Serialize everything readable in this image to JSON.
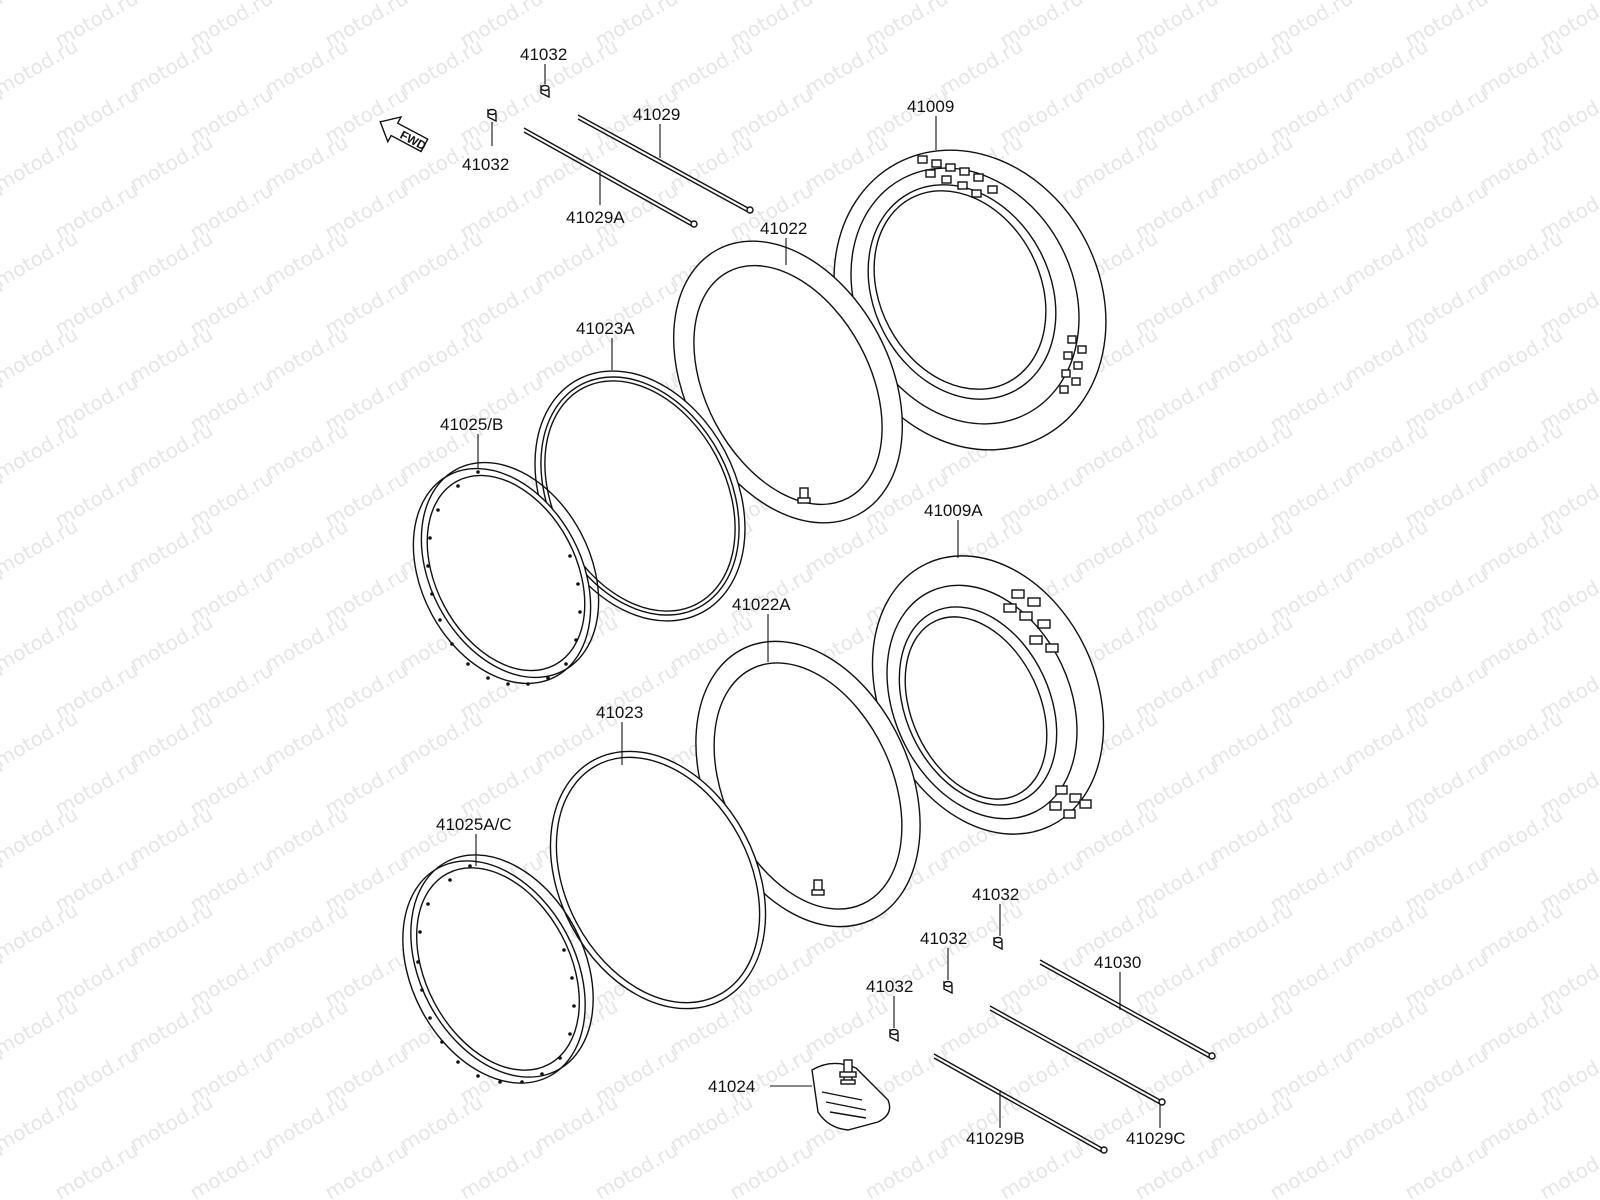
{
  "watermark": {
    "text": "motod.ru"
  },
  "fwd_arrow": {
    "label": "FWD"
  },
  "callouts": {
    "spoke_nipple_top_a": "41032",
    "spoke_nipple_top_b": "41032",
    "spoke_41029": "41029",
    "spoke_41029a": "41029A",
    "tire_41009": "41009",
    "tube_41022": "41022",
    "rim_band_41023a": "41023A",
    "rim_41025b": "41025/B",
    "tire_41009a": "41009A",
    "tube_41022a": "41022A",
    "rim_band_41023": "41023",
    "rim_41025ac": "41025A/C",
    "spoke_nipple_bottom_a": "41032",
    "spoke_nipple_bottom_b": "41032",
    "spoke_nipple_bottom_c": "41032",
    "spoke_41030": "41030",
    "rim_lock_41024": "41024",
    "spoke_41029b": "41029B",
    "spoke_41029c": "41029C"
  },
  "colors": {
    "line": "#111111",
    "watermark": "#e6e6e6",
    "background": "#ffffff"
  }
}
